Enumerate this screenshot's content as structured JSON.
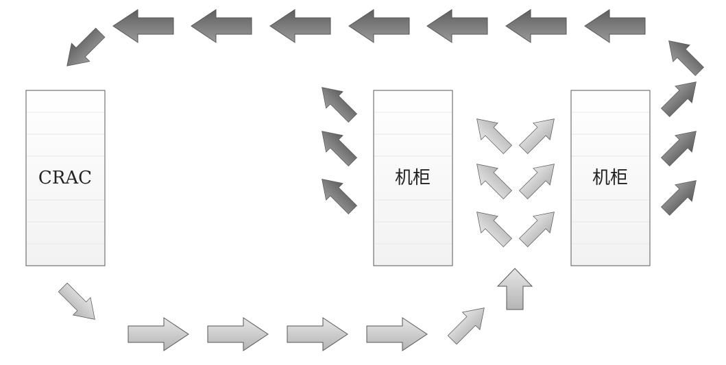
{
  "diagram": {
    "boxes": {
      "crac": {
        "label": "CRAC"
      },
      "rack_1": {
        "label": "机柜"
      },
      "rack_2": {
        "label": "机柜"
      }
    }
  },
  "colors": {
    "cold_arrow_fill": "#c8c8c8",
    "hot_arrow_fill": "#7a7a7a",
    "arrow_stroke": "#555555",
    "box_stroke": "#555555",
    "box_fill": "#ffffff"
  }
}
